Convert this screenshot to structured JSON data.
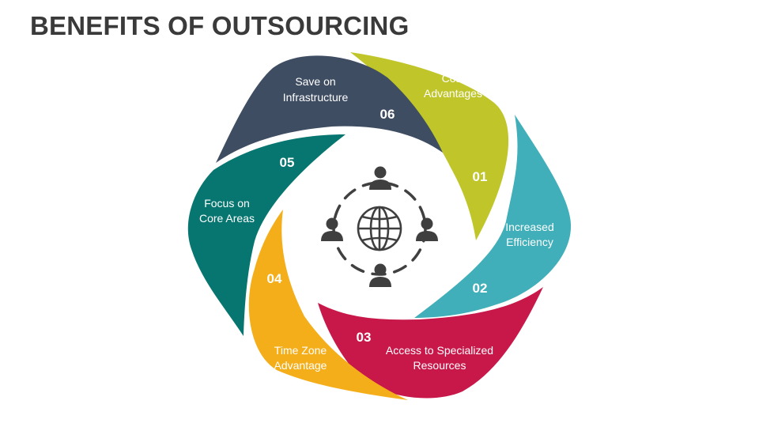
{
  "title": "BENEFITS OF OUTSOURCING",
  "segments": [
    {
      "number": "01",
      "line1": "Cost",
      "line2": "Advantages",
      "color": "#c0c62a"
    },
    {
      "number": "02",
      "line1": "Increased",
      "line2": "Efficiency",
      "color": "#40afb9"
    },
    {
      "number": "03",
      "line1": "Access to Specialized",
      "line2": "Resources",
      "color": "#c8184a"
    },
    {
      "number": "04",
      "line1": "Time Zone",
      "line2": "Advantage",
      "color": "#f4ae1a"
    },
    {
      "number": "05",
      "line1": "Focus on",
      "line2": "Core Areas",
      "color": "#087670"
    },
    {
      "number": "06",
      "line1": "Save on",
      "line2": "Infrastructure",
      "color": "#3f4d63"
    }
  ],
  "center": {
    "icons": [
      "globe-icon",
      "person-icon",
      "person-icon",
      "person-icon",
      "person-icon"
    ],
    "icon_color": "#3f3f3f",
    "ring_color": "#404040"
  }
}
